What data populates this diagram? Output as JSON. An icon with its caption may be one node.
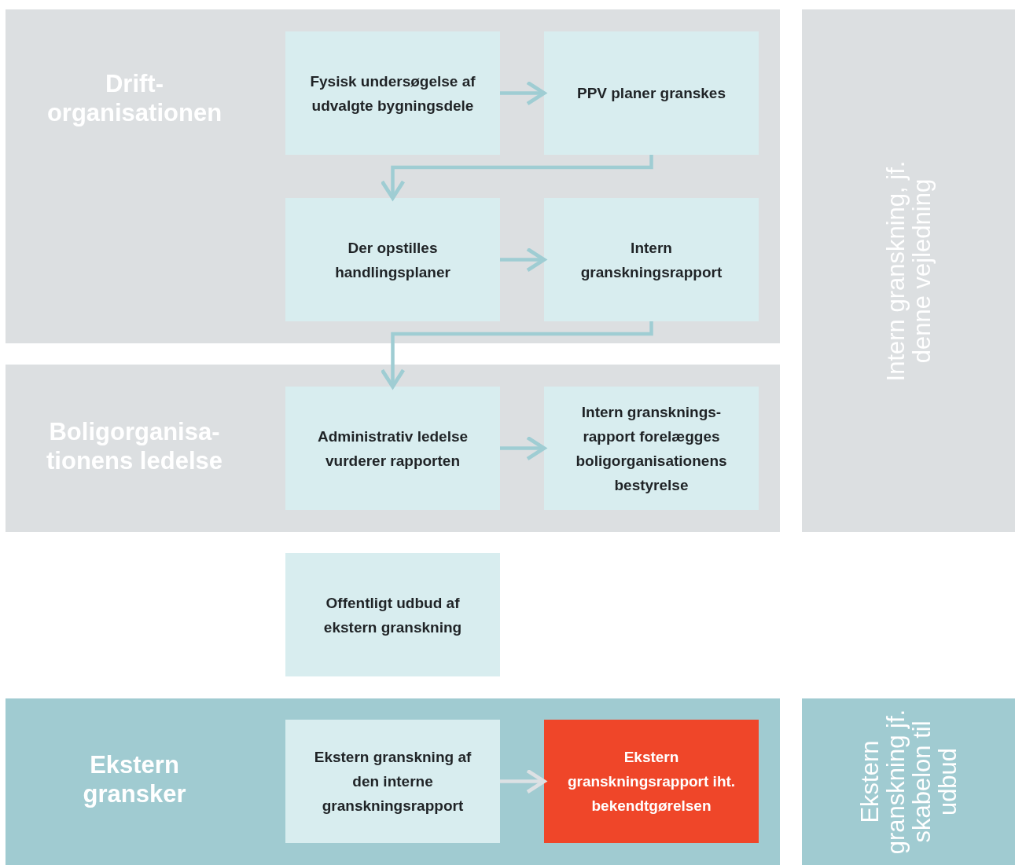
{
  "diagram": {
    "nodes": [
      {
        "text": [
          "Drift- organisationen"
        ]
      },
      {
        "text": [
          "Fysisk undersøgelse af udvalgte bygningsdele"
        ],
        "in": 0
      },
      {
        "text": [
          "PPV planer granskes"
        ],
        "in": 0
      },
      {
        "text": [
          "Der opstilles handlingsplaner"
        ],
        "in": 0
      },
      {
        "text": [
          "Intern granskningsrapport"
        ],
        "in": 0
      },
      {
        "text": [
          "Boligorganisa- tionens ledelse"
        ]
      },
      {
        "text": [
          "Administrativ ledelse vurderer rapporten"
        ],
        "in": 5
      },
      {
        "text": [
          "Intern gransknings- rapport forelægges boligorganisationens bestyrelse"
        ],
        "in": 5
      },
      {
        "text": [
          "Offentligt udbud af ekstern granskning"
        ]
      },
      {
        "text": [
          "Ekstern gransker"
        ]
      },
      {
        "text": [
          "Ekstern granskning af den interne granskningsrapport"
        ],
        "in": 9
      },
      {
        "text": [
          "Ekstern granskningsrapport iht. bekendtgørelsen"
        ],
        "in": 9
      },
      {
        "text": [
          "Intern granskning, jf. denne vejledning"
        ]
      },
      {
        "text": [
          "Ekstern granskning jf. skabelon til udbud"
        ]
      }
    ],
    "edges": [
      {
        "from": 1,
        "to": 2,
        "arrow": "to"
      },
      {
        "from": 2,
        "to": 3,
        "arrow": "to"
      },
      {
        "from": 3,
        "to": 4,
        "arrow": "to"
      },
      {
        "from": 4,
        "to": 6,
        "arrow": "to"
      },
      {
        "from": 6,
        "to": 7,
        "arrow": "to"
      },
      {
        "from": 10,
        "to": 11,
        "arrow": "to",
        "color": "#dde1e4"
      }
    ]
  }
}
